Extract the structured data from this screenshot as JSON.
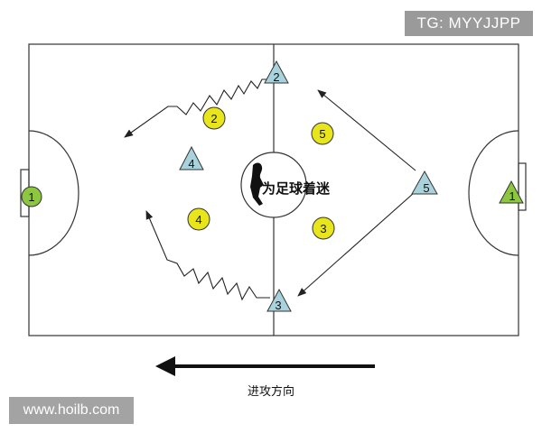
{
  "watermark_top": "TG: MYYJJPP",
  "watermark_bottom": "www.hoilb.com",
  "direction_label": "进攻方向",
  "logo_text": "为足球着迷",
  "colors": {
    "circle_fill": "#e8e61a",
    "triangle_fill": "#a9d3dc",
    "keeper_fill": "#8dc63f",
    "line": "#333333"
  },
  "circle_players": [
    {
      "label": "1",
      "role": "goalkeeper"
    },
    {
      "label": "2"
    },
    {
      "label": "5"
    },
    {
      "label": "4"
    },
    {
      "label": "3"
    }
  ],
  "triangle_players": [
    {
      "label": "2"
    },
    {
      "label": "4"
    },
    {
      "label": "5"
    },
    {
      "label": "3"
    },
    {
      "label": "1",
      "role": "goalkeeper"
    }
  ]
}
